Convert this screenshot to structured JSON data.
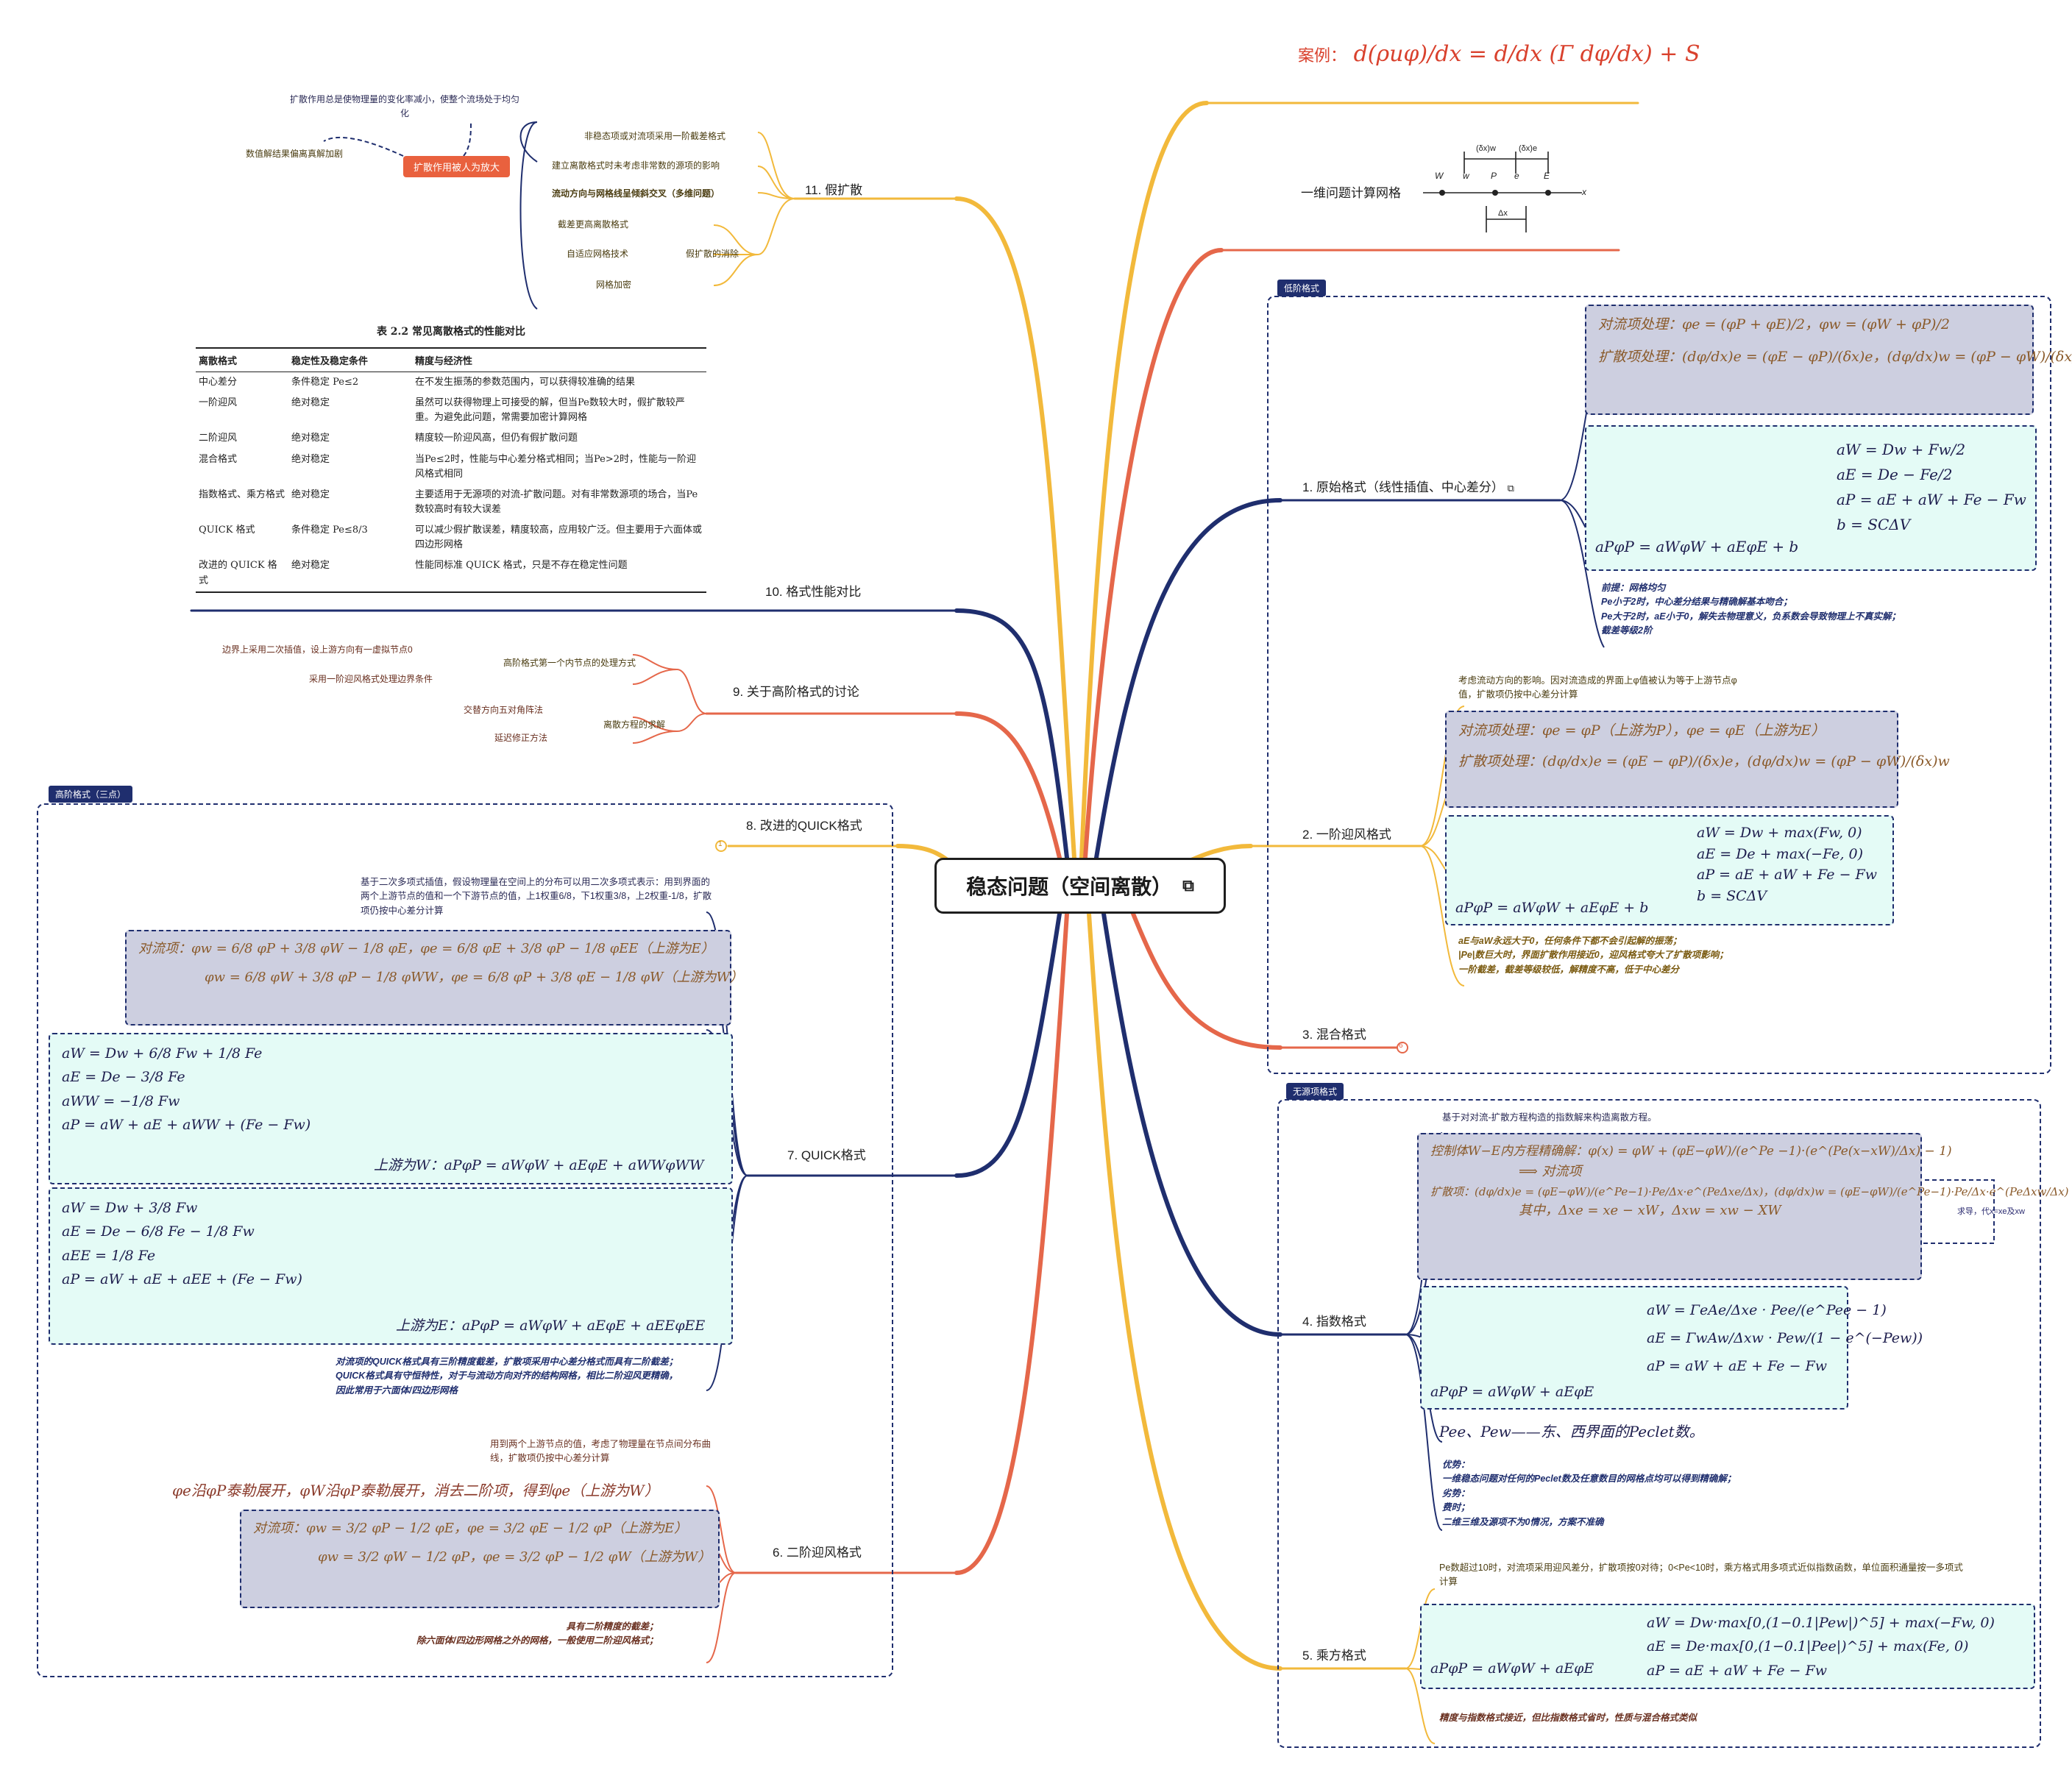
{
  "center": {
    "title": "稳态问题（空间离散）",
    "icon": "link-icon"
  },
  "case": {
    "prefix": "案例：",
    "equation": "d(ρuφ)/dx = d/dx (Γ dφ/dx) + S"
  },
  "grid": {
    "label": "一维问题计算网格",
    "nodes": [
      "W",
      "w",
      "P",
      "e",
      "E"
    ],
    "dims": [
      "(δx)w",
      "(δx)e",
      "Δx"
    ],
    "axis": "x"
  },
  "sections": {
    "low": "低阶格式",
    "no_source": "无源项格式",
    "high": "高阶格式（三点）"
  },
  "branches": {
    "b1": "1. 原始格式（线性插值、中心差分）",
    "b2": "2. 一阶迎风格式",
    "b3": "3. 混合格式",
    "b4": "4. 指数格式",
    "b5": "5. 乘方格式",
    "b6": "6. 二阶迎风格式",
    "b7": "7. QUICK格式",
    "b8": "8. 改进的QUICK格式",
    "b9": "9. 关于高阶格式的讨论",
    "b10": "10. 格式性能对比",
    "b11": "11. 假扩散"
  },
  "b1": {
    "conv": "对流项处理：φe = (φP + φE)/2，φw = (φW + φP)/2",
    "diff": "扩散项处理：(dφ/dx)e = (φE − φP)/(δx)e，(dφ/dx)w = (φP − φW)/(δx)w",
    "coef": [
      "aW = Dw + Fw/2",
      "aE = De − Fe/2",
      "aP = aE + aW + Fe − Fw",
      "b = SCΔV"
    ],
    "eq": "aPφP = aWφW + aEφE + b",
    "note": [
      "前提：网格均匀",
      "Pe小于2时，中心差分结果与精确解基本吻合；",
      "Pe大于2时，aE小于0，解失去物理意义，负系数会导致物理上不真实解；",
      "截差等级2阶"
    ]
  },
  "b2": {
    "intro": "考虑流动方向的影响。因对流造成的界面上φ值被认为等于上游节点φ值，扩散项仍按中心差分计算",
    "conv": "对流项处理：φe = φP（上游为P），φe = φE（上游为E）",
    "diff": "扩散项处理：(dφ/dx)e = (φE − φP)/(δx)e，(dφ/dx)w = (φP − φW)/(δx)w",
    "coef": [
      "aW = Dw + max(Fw, 0)",
      "aE = De + max(−Fe, 0)",
      "aP = aE + aW + Fe − Fw",
      "b = SCΔV"
    ],
    "eq": "aPφP = aWφW + aEφE + b",
    "note": [
      "aE与aW永远大于0，任何条件下都不会引起解的振荡；",
      "|Pe|数巨大时，界面扩散作用接近0，迎风格式夸大了扩散项影响；",
      "一阶截差，截差等级较低，解精度不高，低于中心差分"
    ]
  },
  "b3_marker": "6",
  "b4": {
    "intro": "基于对对流-扩散方程构造的指数解来构造离散方程。",
    "exact": "控制体W−E内方程精确解：φ(x) = φW + (φE−φW)/(e^Pe −1)·(e^(Pe(x−xW)/Δx) − 1)",
    "arrow": "⟹ 对流项",
    "diff": "扩散项：(dφ/dx)e = (φE−φW)/(e^Pe−1)·Pe/Δx·e^(PeΔxe/Δx)，(dφ/dx)w = (φE−φW)/(e^Pe−1)·Pe/Δx·e^(PeΔxw/Δx)",
    "where": "其中，Δxe = xe − xW，Δxw = xw − XW",
    "side": "求导，代x=xe及xw",
    "coef": [
      "aW = ΓeAe/Δxe · Pee/(e^Pee − 1)",
      "aE = ΓwAw/Δxw · Pew/(1 − e^(−Pew))",
      "aP = aW + aE + Fe − Fw"
    ],
    "eq": "aPφP = aWφW + aEφE",
    "pe": "Pee、Pew——东、西界面的Peclet数。",
    "note": [
      "优势：",
      "一维稳态问题对任何的Peclet数及任意数目的网格点均可以得到精确解；",
      "劣势：",
      "费时；",
      "二维三维及源项不为0情况，方案不准确"
    ]
  },
  "b5": {
    "intro": "Pe数超过10时，对流项采用迎风差分，扩散项按0对待；0<Pe<10时，乘方格式用多项式近似指数函数，单位面积通量按一多项式计算",
    "coef": [
      "aW = Dw·max[0,(1−0.1|Pew|)^5] + max(−Fw, 0)",
      "aE = De·max[0,(1−0.1|Pee|)^5] + max(Fe, 0)",
      "aP = aE + aW + Fe − Fw"
    ],
    "eq": "aPφP = aWφW + aEφE",
    "note": "精度与指数格式接近，但比指数格式省时，性质与混合格式类似"
  },
  "b6": {
    "intro": "用到两个上游节点的值，考虑了物理量在节点间分布曲线，扩散项仍按中心差分计算",
    "taylor": "φe沿φP泰勒展开，φW沿φP泰勒展开，消去二阶项，得到φe（上游为W）",
    "conv1": "对流项：φw = 3/2 φP − 1/2 φE，φe = 3/2 φE − 1/2 φP（上游为E）",
    "conv2": "φw = 3/2 φW − 1/2 φP，φe = 3/2 φP − 1/2 φW（上游为W）",
    "note": [
      "具有二阶精度的截差；",
      "除六面体/四边形网格之外的网格，一般使用二阶迎风格式；"
    ]
  },
  "b7": {
    "intro": "基于二次多项式插值，假设物理量在空间上的分布可以用二次多项式表示：用到界面的两个上游节点的值和一个下游节点的值，上1权重6/8，下1权重3/8，上2权重-1/8，扩散项仍按中心差分计算",
    "conv1": "对流项：φw = 6/8 φP + 3/8 φW − 1/8 φE，φe = 6/8 φE + 3/8 φP − 1/8 φEE（上游为E）",
    "conv2": "φw = 6/8 φW + 3/8 φP − 1/8 φWW，φe = 6/8 φP + 3/8 φE − 1/8 φW（上游为W）",
    "west": [
      "aW = Dw + 6/8 Fw + 1/8 Fe",
      "aE = De − 3/8 Fe",
      "aWW = −1/8 Fw",
      "aP = aW + aE + aWW + (Fe − Fw)"
    ],
    "west_eq": "上游为W：aPφP = aWφW + aEφE + aWWφWW",
    "east": [
      "aW = Dw + 3/8 Fw",
      "aE = De − 6/8 Fe − 1/8 Fw",
      "aEE = 1/8 Fe",
      "aP = aW + aE + aEE + (Fe − Fw)"
    ],
    "east_eq": "上游为E：aPφP = aWφW + aEφE + aEEφEE",
    "note": [
      "对流项的QUICK格式具有三阶精度截差，扩散项采用中心差分格式而具有二阶截差；",
      "QUICK格式具有守恒特性，对于与流动方向对齐的结构网格，相比二阶迎风更精确，",
      "因此常用于六面体/四边形网格"
    ]
  },
  "b8_marker": "1",
  "b9": {
    "sub1": "高阶格式第一个内节点的处理方式",
    "sub1_items": [
      "边界上采用二次插值，设上游方向有一虚拟节点0",
      "采用一阶迎风格式处理边界条件"
    ],
    "sub2": "离散方程的求解",
    "sub2_items": [
      "交替方向五对角阵法",
      "延迟修正方法"
    ]
  },
  "b10": {
    "title": "表 2.2 常见离散格式的性能对比",
    "headers": [
      "离散格式",
      "稳定性及稳定条件",
      "精度与经济性"
    ],
    "rows": [
      [
        "中心差分",
        "条件稳定 Pe≤2",
        "在不发生振荡的参数范围内，可以获得较准确的结果"
      ],
      [
        "一阶迎风",
        "绝对稳定",
        "虽然可以获得物理上可接受的解，但当Pe数较大时，假扩散较严重。为避免此问题，常需要加密计算网格"
      ],
      [
        "二阶迎风",
        "绝对稳定",
        "精度较一阶迎风高，但仍有假扩散问题"
      ],
      [
        "混合格式",
        "绝对稳定",
        "当Pe≤2时，性能与中心差分格式相同；当Pe>2时，性能与一阶迎风格式相同"
      ],
      [
        "指数格式、乘方格式",
        "绝对稳定",
        "主要适用于无源项的对流-扩散问题。对有非常数源项的场合，当Pe数较高时有较大误差"
      ],
      [
        "QUICK 格式",
        "条件稳定 Pe≤8/3",
        "可以减少假扩散误差，精度较高，应用较广泛。但主要用于六面体或四边形网格"
      ],
      [
        "改进的 QUICK 格式",
        "绝对稳定",
        "性能同标准 QUICK 格式，只是不存在稳定性问题"
      ]
    ]
  },
  "b11": {
    "items": [
      "非稳态项或对流项采用一阶截差格式",
      "建立离散格式时未考虑非常数的源项的影响",
      "流动方向与网格线呈倾斜交叉（多维问题）"
    ],
    "group": "假扩散的消除",
    "group_items": [
      "截差更高离散格式",
      "自适应网格技术",
      "网格加密"
    ],
    "pill": "扩散作用被人为放大",
    "pill_left": "数值解结果偏离真解加剧",
    "pill_top": "扩散作用总是使物理量的变化率减小，使整个流场处于均匀化"
  },
  "colors": {
    "navy": "#1f2e6e",
    "gold": "#f2b93b",
    "coral": "#e5674a",
    "red": "#d9412d"
  }
}
